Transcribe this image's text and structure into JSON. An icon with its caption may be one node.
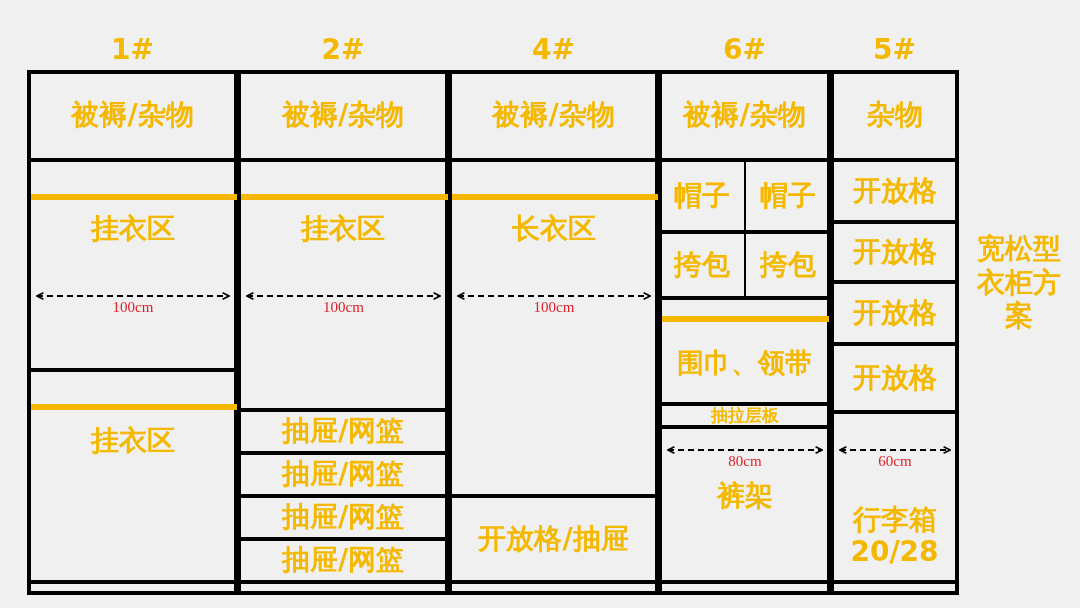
{
  "diagram": {
    "title": "宽松型衣柜方案",
    "nodes": [
      {
        "text": [
          "1#"
        ]
      },
      {
        "text": [
          "被褥/杂物"
        ],
        "in": 0
      },
      {
        "text": [
          "挂衣区"
        ],
        "in": 0
      },
      {
        "text": [
          "挂衣区"
        ],
        "in": 0
      },
      {
        "text": [
          "2#"
        ]
      },
      {
        "text": [
          "被褥/杂物"
        ],
        "in": 4
      },
      {
        "text": [
          "挂衣区"
        ],
        "in": 4
      },
      {
        "text": [
          "抽屉/网篮"
        ],
        "in": 4
      },
      {
        "text": [
          "抽屉/网篮"
        ],
        "in": 4
      },
      {
        "text": [
          "抽屉/网篮"
        ],
        "in": 4
      },
      {
        "text": [
          "抽屉/网篮"
        ],
        "in": 4
      },
      {
        "text": [
          "4#"
        ]
      },
      {
        "text": [
          "被褥/杂物"
        ],
        "in": 11
      },
      {
        "text": [
          "长衣区"
        ],
        "in": 11
      },
      {
        "text": [
          "开放格/抽屉"
        ],
        "in": 11
      },
      {
        "text": [
          "6#"
        ]
      },
      {
        "text": [
          "被褥/杂物"
        ],
        "in": 15
      },
      {
        "text": [
          "帽子"
        ],
        "in": 15
      },
      {
        "text": [
          "帽子"
        ],
        "in": 15
      },
      {
        "text": [
          "挎包"
        ],
        "in": 15
      },
      {
        "text": [
          "挎包"
        ],
        "in": 15
      },
      {
        "text": [
          "围巾、领带"
        ],
        "in": 15
      },
      {
        "text": [
          "抽拉层板"
        ],
        "in": 15
      },
      {
        "text": [
          "裤架"
        ],
        "in": 15
      },
      {
        "text": [
          "5#"
        ]
      },
      {
        "text": [
          "杂物"
        ],
        "in": 24
      },
      {
        "text": [
          "开放格"
        ],
        "in": 24
      },
      {
        "text": [
          "开放格"
        ],
        "in": 24
      },
      {
        "text": [
          "开放格"
        ],
        "in": 24
      },
      {
        "text": [
          "开放格"
        ],
        "in": 24
      },
      {
        "text": [
          "行李箱20/28"
        ],
        "in": 24
      }
    ],
    "labels": [
      "100cm",
      "100cm",
      "100cm",
      "80cm",
      "60cm"
    ]
  }
}
